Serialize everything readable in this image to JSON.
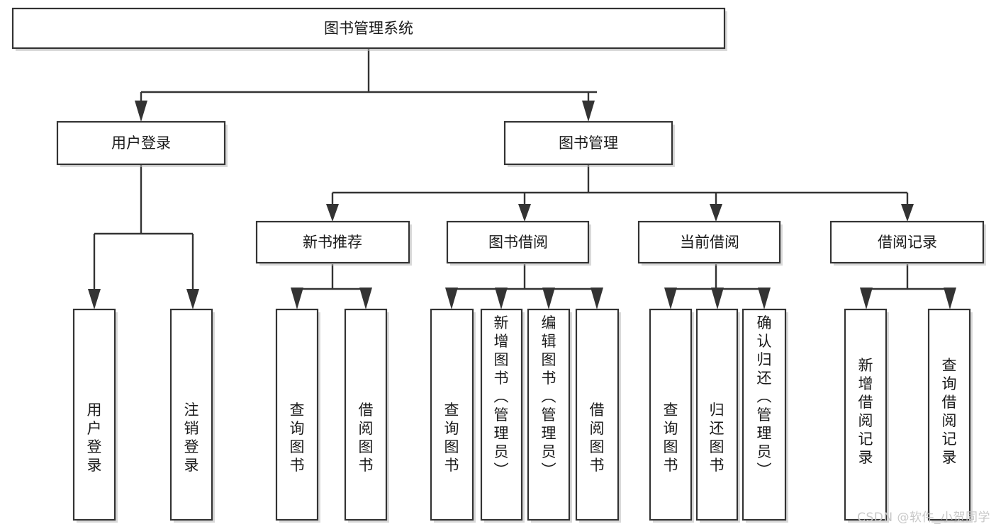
{
  "diagram": {
    "type": "tree-hierarchy-flowchart",
    "title": "图书管理系统",
    "watermark": "CSDN @软件_小贺同学",
    "colors": {
      "box_stroke": "#333333",
      "box_fill": "#ffffff",
      "text": "#1a1a1a",
      "edge": "#333333",
      "watermark": "#c8c8c8",
      "background": "#ffffff"
    },
    "nodes": {
      "root": {
        "label": "图书管理系统"
      },
      "level2": [
        {
          "id": "user-login",
          "label": "用户登录"
        },
        {
          "id": "book-manage",
          "label": "图书管理"
        }
      ],
      "level3": [
        {
          "id": "new-book-recommend",
          "label": "新书推荐"
        },
        {
          "id": "book-borrow",
          "label": "图书借阅"
        },
        {
          "id": "current-borrow",
          "label": "当前借阅"
        },
        {
          "id": "borrow-record",
          "label": "借阅记录"
        }
      ],
      "leaves": {
        "user-login": [
          {
            "id": "leaf-user-login",
            "label": "用户登录"
          },
          {
            "id": "leaf-user-logout",
            "label": "注销登录"
          }
        ],
        "new-book-recommend": [
          {
            "id": "leaf-query-book-1",
            "label": "查询图书"
          },
          {
            "id": "leaf-borrow-book-1",
            "label": "借阅图书"
          }
        ],
        "book-borrow": [
          {
            "id": "leaf-query-book-2",
            "label": "查询图书"
          },
          {
            "id": "leaf-add-book",
            "label": "新增图书（管理员）"
          },
          {
            "id": "leaf-edit-book",
            "label": "编辑图书（管理员）"
          },
          {
            "id": "leaf-borrow-book-2",
            "label": "借阅图书"
          }
        ],
        "current-borrow": [
          {
            "id": "leaf-query-book-3",
            "label": "查询图书"
          },
          {
            "id": "leaf-return-book",
            "label": "归还图书"
          },
          {
            "id": "leaf-confirm-return",
            "label": "确认归还（管理员）"
          }
        ],
        "borrow-record": [
          {
            "id": "leaf-add-record",
            "label": "新增借阅记录"
          },
          {
            "id": "leaf-query-record",
            "label": "查询借阅记录"
          }
        ]
      }
    }
  }
}
